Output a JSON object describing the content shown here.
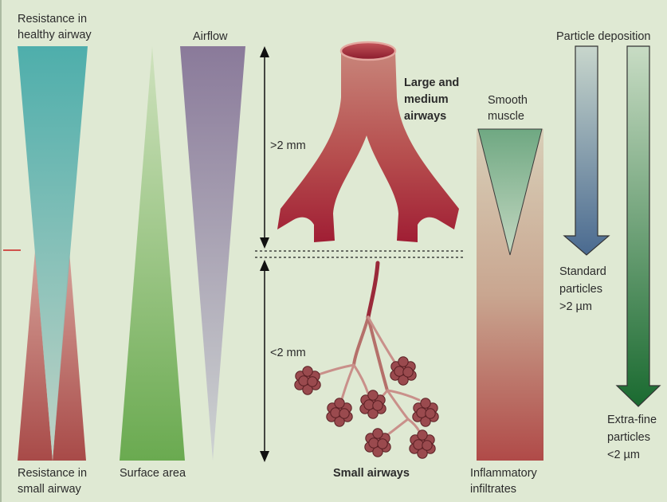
{
  "labels": {
    "resistance_healthy": [
      "Resistance in",
      "healthy airway"
    ],
    "airflow": "Airflow",
    "resistance_small": [
      "Resistance in",
      "small airway"
    ],
    "surface_area": "Surface area",
    "large_medium": [
      "Large and",
      "medium",
      "airways"
    ],
    "gt2mm": ">2 mm",
    "lt2mm": "<2 mm",
    "small_airways": "Small airways",
    "smooth_muscle": [
      "Smooth",
      "muscle"
    ],
    "inflammatory": [
      "Inflammatory",
      "infiltrates"
    ],
    "particle_deposition": "Particle deposition",
    "standard": [
      "Standard",
      "particles",
      ">2 µm"
    ],
    "extrafine": [
      "Extra-fine",
      "particles",
      "<2 µm"
    ]
  },
  "colors": {
    "background": "#dfe9d3",
    "airway_red": "#a8283a",
    "alveoli": "#9a4a4e",
    "teal": "#3aa6a6",
    "purple": "#8a7a9a",
    "green": "#6aaa50",
    "dark_green": "#1a6a30",
    "blue_gray": "#4a6a90"
  }
}
